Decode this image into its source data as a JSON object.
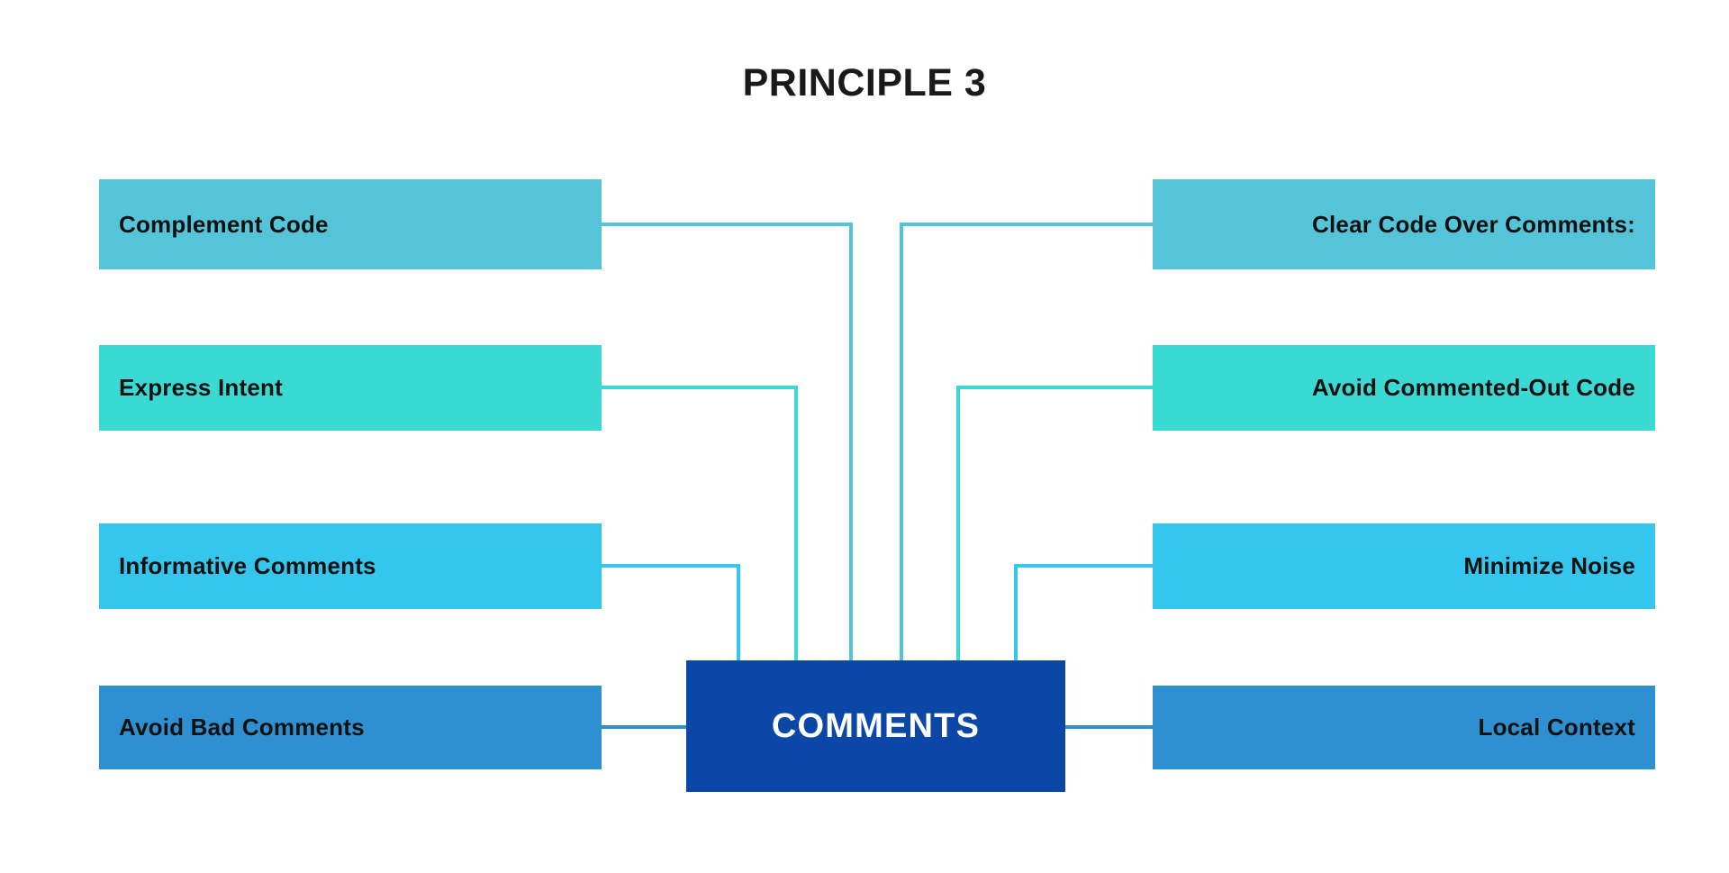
{
  "title": "PRINCIPLE 3",
  "center": {
    "label": "COMMENTS",
    "color": "#0B47A6",
    "text_color": "#FFFFFF"
  },
  "left_nodes": [
    {
      "label": "Complement Code",
      "color": "#55C4D8"
    },
    {
      "label": "Express Intent",
      "color": "#3BD9D3"
    },
    {
      "label": "Informative Comments",
      "color": "#34C6ED"
    },
    {
      "label": "Avoid Bad Comments",
      "color": "#2E90D0"
    }
  ],
  "right_nodes": [
    {
      "label": "Clear Code Over Comments:",
      "color": "#55C4D8"
    },
    {
      "label": "Avoid Commented-Out Code",
      "color": "#3BD9D3"
    },
    {
      "label": "Minimize Noise",
      "color": "#34C6ED"
    },
    {
      "label": "Local Context",
      "color": "#2E90D0"
    }
  ],
  "connector_colors": {
    "row1": "#55C4D8",
    "row2": "#3BD9D3",
    "row3": "#34C6ED",
    "row4": "#2E90D0"
  }
}
